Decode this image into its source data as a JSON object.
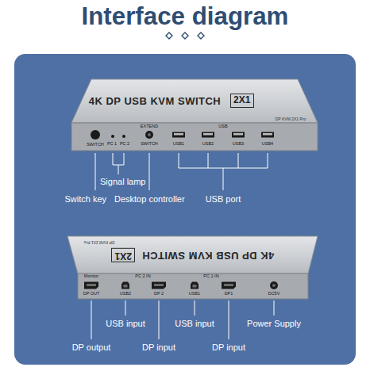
{
  "diagram": {
    "title": "Interface diagram",
    "nodes": [
      {
        "text": [
          "2X1"
        ]
      },
      {
        "text": [
          "2X1"
        ]
      }
    ],
    "labels": [
      "4K DP USB KVM SWITCH",
      "DP KVM 2X1 Pro",
      "SWITCH",
      "PC 1",
      "PC 2",
      "EXTEND",
      "SWITCH",
      "USB",
      "USB1",
      "USB2",
      "USB3",
      "USB4",
      "Switch key",
      "Signal lamp",
      "Desktop controller",
      "USB port",
      "4K DP USB KVM SWITCH",
      "DP KVM 2X1 Pro",
      "Monitor",
      "DP OUT",
      "USB2",
      "PC 2 IN",
      "DP 2",
      "USB1",
      "PC 1 IN",
      "DP1",
      "DC5V",
      "DP output",
      "USB input",
      "DP input",
      "USB input",
      "DP input",
      "Power Supply"
    ]
  }
}
